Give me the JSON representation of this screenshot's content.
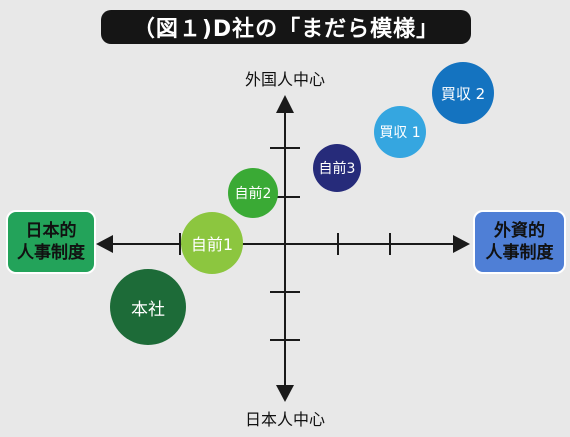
{
  "title": "（図１)D社の「まだら模様」",
  "axes": {
    "top": "外国人中心",
    "bottom": "日本人中心"
  },
  "left_box": {
    "line1": "日本的",
    "line2": "人事制度"
  },
  "right_box": {
    "line1": "外資的",
    "line2": "人事制度"
  },
  "bubbles": {
    "jizen1": {
      "label": "自前1",
      "color": "#8cc63f"
    },
    "jizen2": {
      "label": "自前2",
      "color": "#3aaa35"
    },
    "jizen3": {
      "label": "自前3",
      "color": "#262b7a"
    },
    "baishu1": {
      "label": "買収 1",
      "color": "#35a6e0"
    },
    "baishu2": {
      "label": "買収 2",
      "color": "#1473c0"
    },
    "honsha": {
      "label": "本社",
      "color": "#1d6b38"
    }
  },
  "colors": {
    "left_box": "#23a35a",
    "right_box": "#4f7fd6",
    "axis": "#1a1a1a"
  }
}
